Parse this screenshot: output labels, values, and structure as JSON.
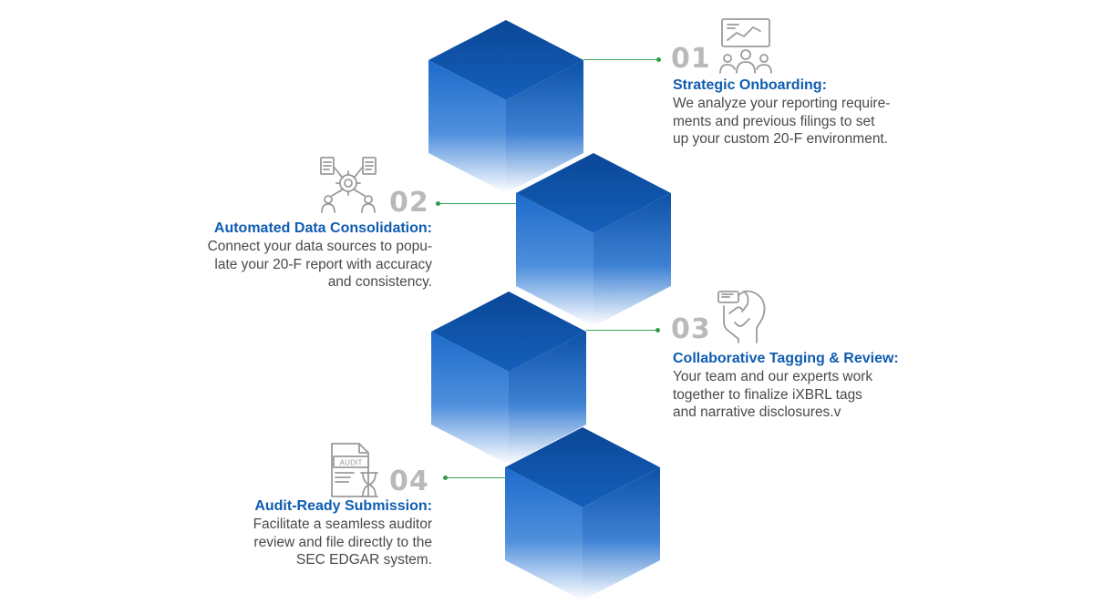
{
  "colors": {
    "title": "#0f5cb1",
    "body_text": "#4a4a4a",
    "step_number": "#b9b9b9",
    "connector": "#3aa655",
    "cube_top": "#0d4fa0",
    "cube_left": "#1f6fd0",
    "cube_right": "#0f57ad"
  },
  "steps": [
    {
      "number": "01",
      "icon": "presentation-chart-icon",
      "title": "Strategic Onboarding:",
      "lines": [
        "We analyze your reporting require-",
        "ments and previous filings to set",
        "up your custom 20-F environment."
      ]
    },
    {
      "number": "02",
      "icon": "data-consolidation-gear-icon",
      "title": "Automated Data Consolidation:",
      "lines": [
        "Connect your data sources to popu-",
        "late your 20-F report with accuracy",
        "and consistency."
      ]
    },
    {
      "number": "03",
      "icon": "handshake-collaboration-icon",
      "title": "Collaborative Tagging & Review:",
      "lines": [
        "Your team and our experts work",
        "together to finalize iXBRL tags",
        "and narrative disclosures.v"
      ]
    },
    {
      "number": "04",
      "icon": "audit-document-icon",
      "title": "Audit-Ready Submission:",
      "lines": [
        "Facilitate a seamless auditor",
        "review and file directly to the",
        "SEC EDGAR system."
      ]
    }
  ],
  "icon_labels": {
    "audit": "AUDIT"
  }
}
